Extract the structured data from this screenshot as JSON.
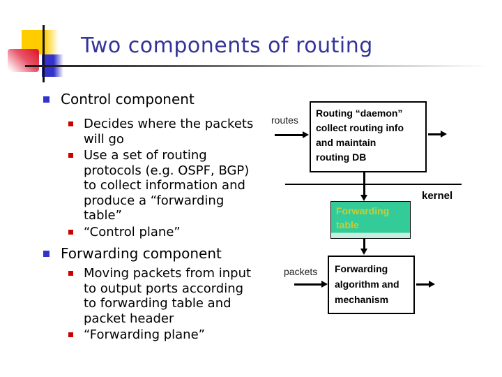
{
  "slide": {
    "title": "Two components of routing",
    "sections": [
      {
        "heading": "Control component",
        "items": [
          {
            "lines": [
              "Decides where the packets",
              "will go"
            ]
          },
          {
            "lines": [
              "Use a set of routing",
              "protocols (e.g. OSPF, BGP)",
              "to collect information and",
              "produce a “forwarding",
              "table”"
            ]
          },
          {
            "lines": [
              "“Control plane”"
            ]
          }
        ]
      },
      {
        "heading": "Forwarding component",
        "items": [
          {
            "lines": [
              "Moving packets from input",
              "to output ports according",
              "to forwarding table and",
              "packet header"
            ]
          },
          {
            "lines": [
              "“Forwarding plane”"
            ]
          }
        ]
      }
    ]
  },
  "diagram": {
    "routes_label": "routes",
    "packets_label": "packets",
    "kernel_label": "kernel",
    "routing_daemon_box": {
      "lines": [
        "Routing “daemon”",
        "collect routing info",
        "and maintain",
        "routing DB"
      ]
    },
    "forwarding_table_box": {
      "lines": [
        "Forwarding",
        "table"
      ]
    },
    "forwarding_algo_box": {
      "lines": [
        "Forwarding",
        "algorithm and",
        "mechanism"
      ]
    }
  },
  "colors": {
    "title_text": "#333399",
    "level1_bullet": "#3333CC",
    "level2_bullet": "#CC0000",
    "body_text": "#000000",
    "forwarding_table_fill": "#33CC99",
    "forwarding_table_text": "#CCCC33",
    "deco_yellow": "#FFCC00",
    "deco_blue": "#3333CC",
    "deco_red": "#DD1122"
  }
}
